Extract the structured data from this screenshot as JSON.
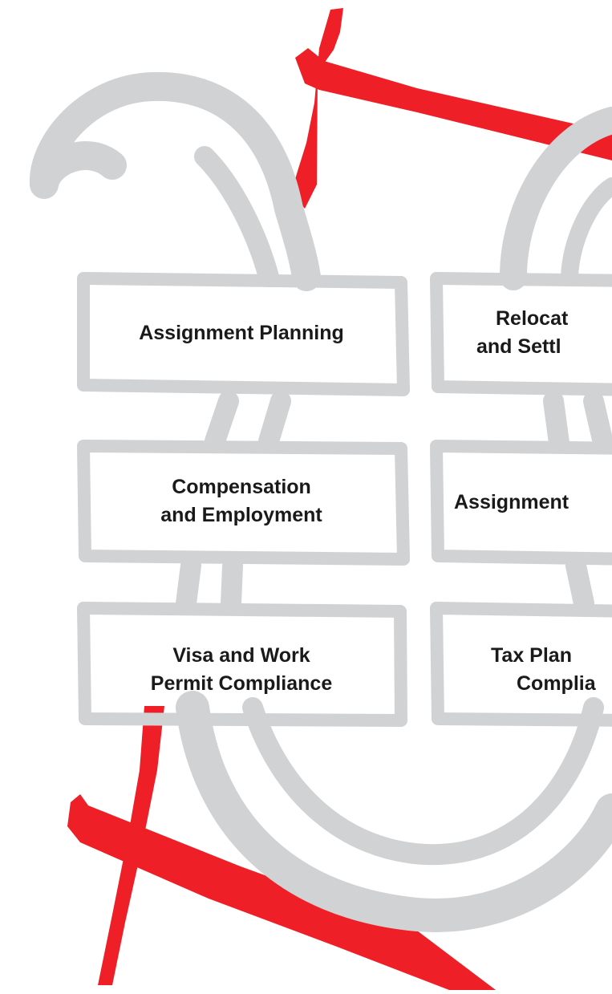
{
  "colors": {
    "background": "#ffffff",
    "accent_red": "#ee1f26",
    "scroll_gray": "#d1d2d4",
    "text": "#1a1a1a"
  },
  "boxes": {
    "left": [
      {
        "lines": [
          "Assignment Planning"
        ]
      },
      {
        "lines": [
          "Compensation",
          "and Employment"
        ]
      },
      {
        "lines": [
          "Visa and Work",
          "Permit Compliance"
        ]
      }
    ],
    "right": [
      {
        "lines": [
          "Relocat",
          "and Settl"
        ]
      },
      {
        "lines": [
          "Assignment"
        ]
      },
      {
        "lines": [
          "Tax Plan",
          "Complia"
        ]
      }
    ]
  }
}
